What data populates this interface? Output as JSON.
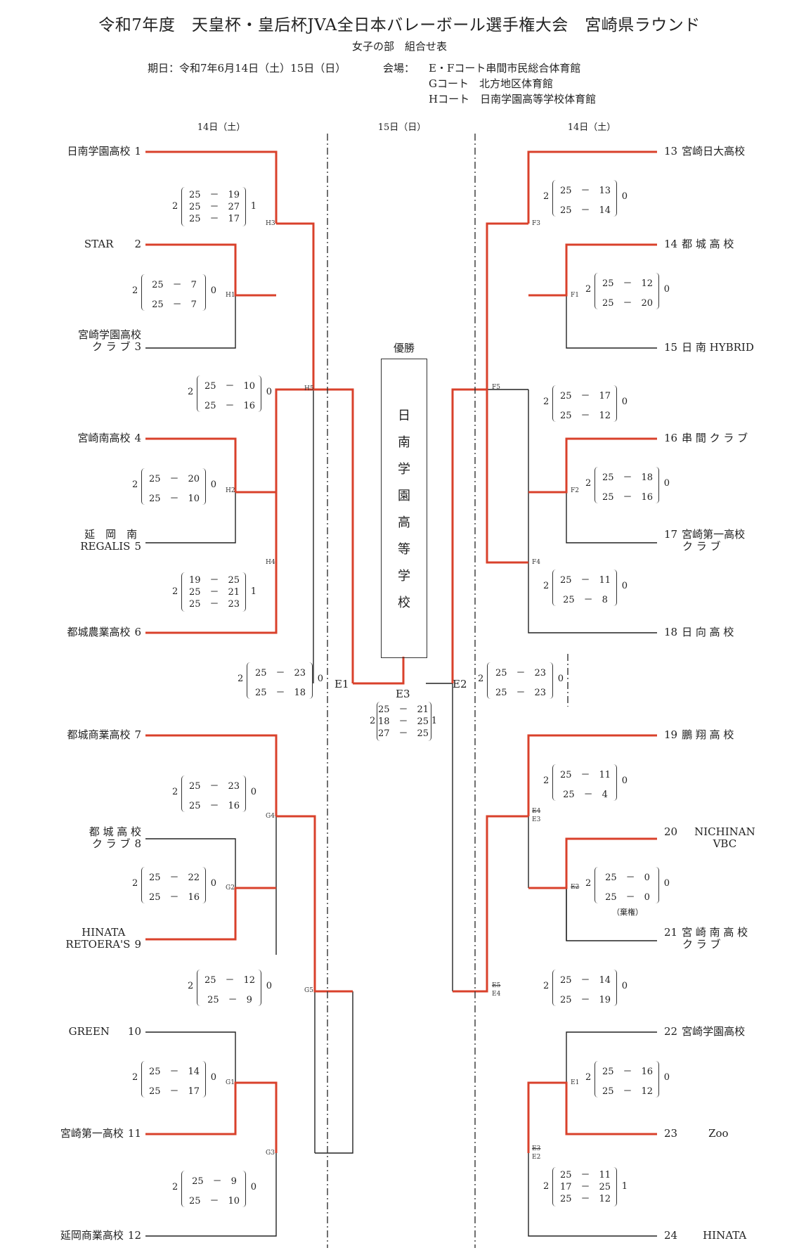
{
  "header": {
    "title": "令和7年度　天皇杯・皇后杯JVA全日本バレーボール選手権大会　宮崎県ラウンド",
    "subtitle": "女子の部　組合せ表",
    "date": "期日：令和7年6月14日（土）15日（日）",
    "venue_label": "会場：",
    "venues": [
      "E・Fコート串間市民総合体育館",
      "Gコート　北方地区体育館",
      "Hコート　日南学園高等学校体育館"
    ]
  },
  "columns": {
    "day1_left": "14日（土）",
    "day2": "15日（日）",
    "day1_right": "14日（土）"
  },
  "left_teams": [
    {
      "seed": "1",
      "name": "日南学園高校"
    },
    {
      "seed": "2",
      "name": "STAR"
    },
    {
      "seed": "3",
      "name": "宮崎学園高校",
      "name2": "ク ラ ブ"
    },
    {
      "seed": "4",
      "name": "宮崎南高校"
    },
    {
      "seed": "5",
      "name": "延　岡　南",
      "name2": "REGALIS"
    },
    {
      "seed": "6",
      "name": "都城農業高校"
    },
    {
      "seed": "7",
      "name": "都城商業高校"
    },
    {
      "seed": "8",
      "name": "都 城 高 校",
      "name2": "ク ラ ブ"
    },
    {
      "seed": "9",
      "name": "HINATA",
      "name2": "RETOERA'S"
    },
    {
      "seed": "10",
      "name": "GREEN"
    },
    {
      "seed": "11",
      "name": "宮崎第一高校"
    },
    {
      "seed": "12",
      "name": "延岡商業高校"
    }
  ],
  "right_teams": [
    {
      "seed": "13",
      "name": "宮崎日大高校"
    },
    {
      "seed": "14",
      "name": "都 城 高 校"
    },
    {
      "seed": "15",
      "name": "日 南 HYBRID"
    },
    {
      "seed": "16",
      "name": "串 間 ク ラ ブ"
    },
    {
      "seed": "17",
      "name": "宮崎第一高校",
      "name2": "ク ラ ブ"
    },
    {
      "seed": "18",
      "name": "日 向 高 校"
    },
    {
      "seed": "19",
      "name": "鵬 翔 高 校"
    },
    {
      "seed": "20",
      "name": "NICHINAN",
      "name2": "VBC"
    },
    {
      "seed": "21",
      "name": "宮 崎 南 高 校",
      "name2": "ク ラ ブ"
    },
    {
      "seed": "22",
      "name": "宮崎学園高校"
    },
    {
      "seed": "23",
      "name": "Zoo"
    },
    {
      "seed": "24",
      "name": "HINATA"
    }
  ],
  "match_labels": {
    "H1": "H1",
    "H2": "H2",
    "H3": "H3",
    "H4": "H4",
    "H5": "H5",
    "G1": "G1",
    "G2": "G2",
    "G3": "G3",
    "G4": "G4",
    "G5": "G5",
    "F1": "F1",
    "F2": "F2",
    "F3": "F3",
    "F4": "F4",
    "F5": "F5",
    "E4a": "E4",
    "E3a": "E3",
    "E2b": "E2",
    "E5": "E5",
    "E4b": "E4",
    "E1r": "E1",
    "E3b": "E3",
    "E2c": "E2",
    "E1": "E1",
    "E2": "E2",
    "E3": "E3"
  },
  "scores": [
    {
      "id": "H3",
      "lw": "2",
      "rw": "1",
      "sets": [
        "25　－　19",
        "25　－　27",
        "25　－　17"
      ]
    },
    {
      "id": "H1",
      "lw": "2",
      "rw": "0",
      "sets": [
        "25　－　7",
        "25　－　7"
      ]
    },
    {
      "id": "H5",
      "lw": "2",
      "rw": "0",
      "sets": [
        "25　－　10",
        "25　－　16"
      ]
    },
    {
      "id": "H2",
      "lw": "2",
      "rw": "0",
      "sets": [
        "25　－　20",
        "25　－　10"
      ]
    },
    {
      "id": "H4",
      "lw": "2",
      "rw": "1",
      "sets": [
        "19　－　25",
        "25　－　21",
        "25　－　23"
      ]
    },
    {
      "id": "E1",
      "lw": "2",
      "rw": "0",
      "sets": [
        "25　－　23",
        "25　－　18"
      ]
    },
    {
      "id": "G4",
      "lw": "2",
      "rw": "0",
      "sets": [
        "25　－　23",
        "25　－　16"
      ]
    },
    {
      "id": "G2",
      "lw": "2",
      "rw": "0",
      "sets": [
        "25　－　22",
        "25　－　16"
      ]
    },
    {
      "id": "G5",
      "lw": "2",
      "rw": "0",
      "sets": [
        "25　－　12",
        "25　－　9"
      ]
    },
    {
      "id": "G1",
      "lw": "2",
      "rw": "0",
      "sets": [
        "25　－　14",
        "25　－　17"
      ]
    },
    {
      "id": "G3",
      "lw": "2",
      "rw": "0",
      "sets": [
        "25　－　9",
        "25　－　10"
      ]
    },
    {
      "id": "F3",
      "lw": "2",
      "rw": "0",
      "sets": [
        "25　－　13",
        "25　－　14"
      ]
    },
    {
      "id": "F1",
      "lw": "2",
      "rw": "0",
      "sets": [
        "25　－　12",
        "25　－　20"
      ]
    },
    {
      "id": "F5",
      "lw": "2",
      "rw": "0",
      "sets": [
        "25　－　17",
        "25　－　12"
      ]
    },
    {
      "id": "F2",
      "lw": "2",
      "rw": "0",
      "sets": [
        "25　－　18",
        "25　－　16"
      ]
    },
    {
      "id": "F4",
      "lw": "2",
      "rw": "0",
      "sets": [
        "25　－　11",
        "25　－　8"
      ]
    },
    {
      "id": "E2",
      "lw": "2",
      "rw": "0",
      "sets": [
        "25　－　23",
        "25　－　23"
      ]
    },
    {
      "id": "E3r",
      "lw": "2",
      "rw": "0",
      "sets": [
        "25　－　11",
        "25　－　4"
      ]
    },
    {
      "id": "E2r",
      "lw": "2",
      "rw": "0",
      "sets": [
        "25　－　0",
        "25　－　0"
      ],
      "note": "（棄権）"
    },
    {
      "id": "E4r",
      "lw": "2",
      "rw": "0",
      "sets": [
        "25　－　14",
        "25　－　19"
      ]
    },
    {
      "id": "E1r",
      "lw": "2",
      "rw": "0",
      "sets": [
        "25　－　16",
        "25　－　12"
      ]
    },
    {
      "id": "E2rr",
      "lw": "2",
      "rw": "1",
      "sets": [
        "25　－　11",
        "17　－　25",
        "25　－　12"
      ]
    },
    {
      "id": "Final",
      "lw": "2",
      "rw": "1",
      "sets": [
        "25　－　21",
        "18　－　25",
        "27　－　25"
      ]
    }
  ],
  "final": {
    "label": "優勝",
    "champion": [
      "日",
      "南",
      "学",
      "園",
      "高",
      "等",
      "学",
      "校"
    ]
  },
  "colors": {
    "winner_line": "#d9412b",
    "line": "#222222"
  }
}
